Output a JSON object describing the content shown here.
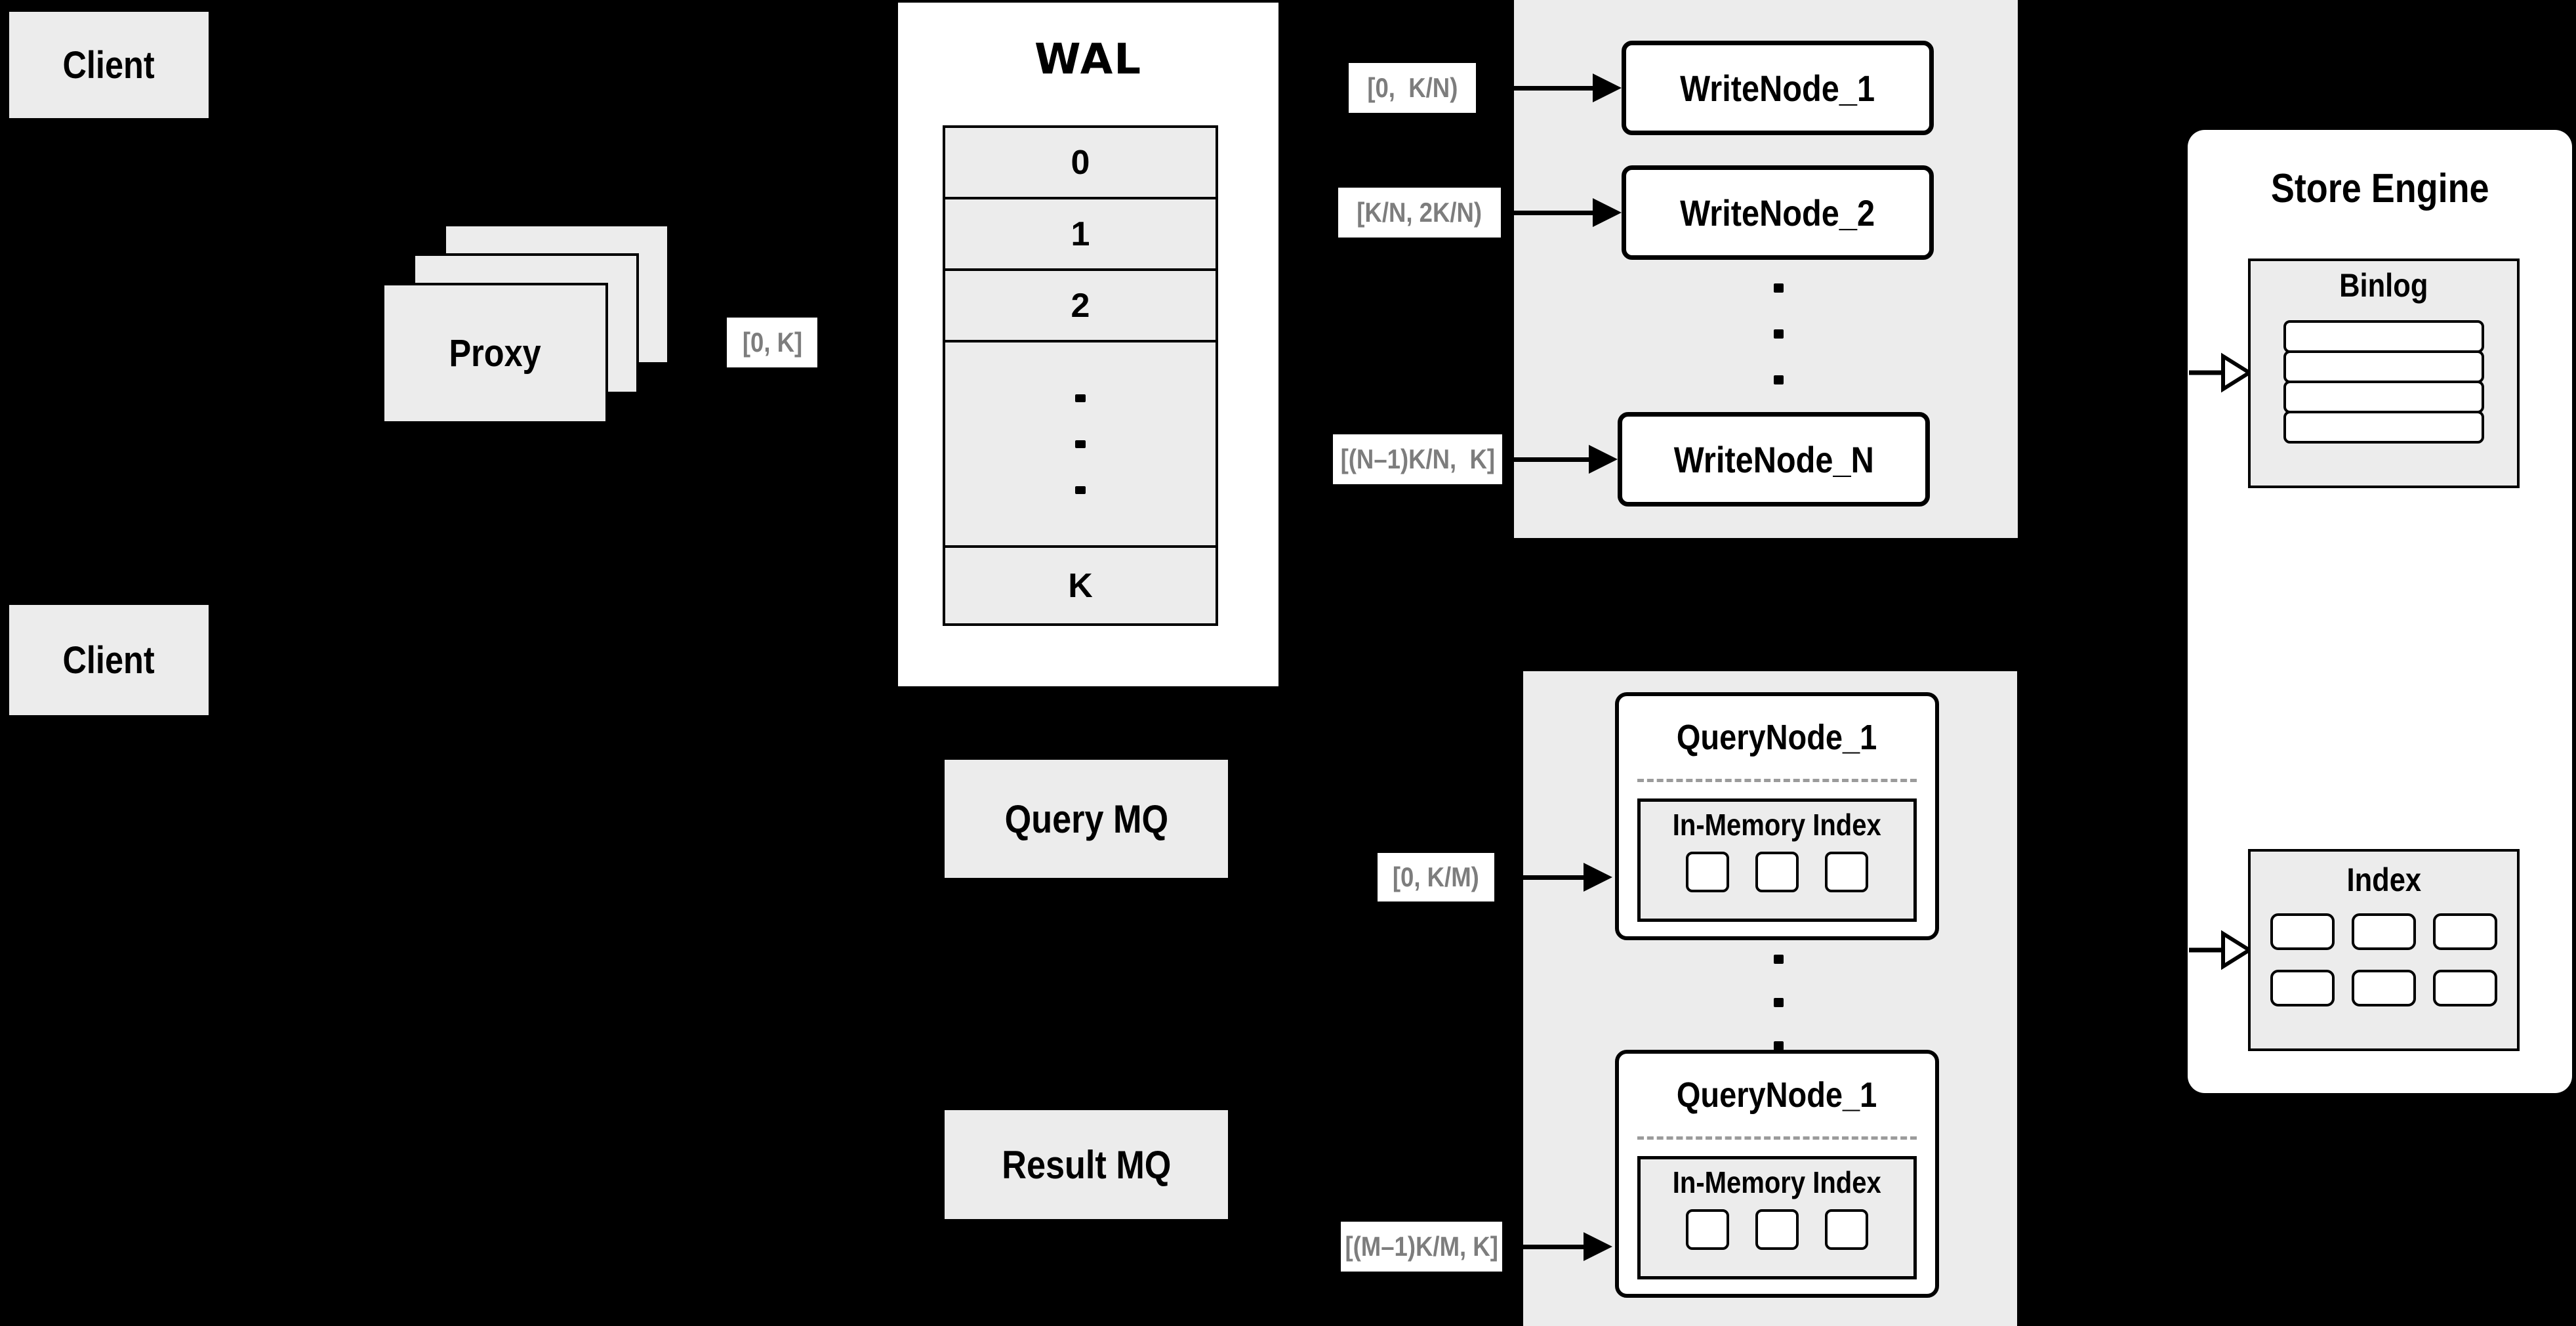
{
  "colors": {
    "background": "#000000",
    "box_fill": "#ececec",
    "node_fill": "#ffffff",
    "line": "#000000",
    "label_text": "#7d7d7d",
    "dashed_divider": "#9b9b9b"
  },
  "clients": {
    "top": "Client",
    "bottom": "Client"
  },
  "proxy": {
    "label": "Proxy"
  },
  "wal": {
    "title": "WAL",
    "rows": [
      "0",
      "1",
      "2"
    ],
    "last_row": "K"
  },
  "flow_labels": {
    "proxy_to_wal": "[0, K]",
    "write_1": "[0,  K/N)",
    "write_2": "[K/N, 2K/N)",
    "write_n": "[(N–1)K/N,  K]",
    "query_first": "[0, K/M)",
    "query_last": "[(M–1)K/M, K]"
  },
  "write_section": {
    "nodes": [
      "WriteNode_1",
      "WriteNode_2",
      "WriteNode_N"
    ]
  },
  "mq": {
    "query": "Query MQ",
    "result": "Result MQ"
  },
  "query_section": {
    "nodes": [
      {
        "title": "QueryNode_1",
        "inner_title": "In-Memory Index"
      },
      {
        "title": "QueryNode_1",
        "inner_title": "In-Memory Index"
      }
    ]
  },
  "store_engine": {
    "title": "Store Engine",
    "binlog": {
      "title": "Binlog"
    },
    "index": {
      "title": "Index"
    }
  }
}
